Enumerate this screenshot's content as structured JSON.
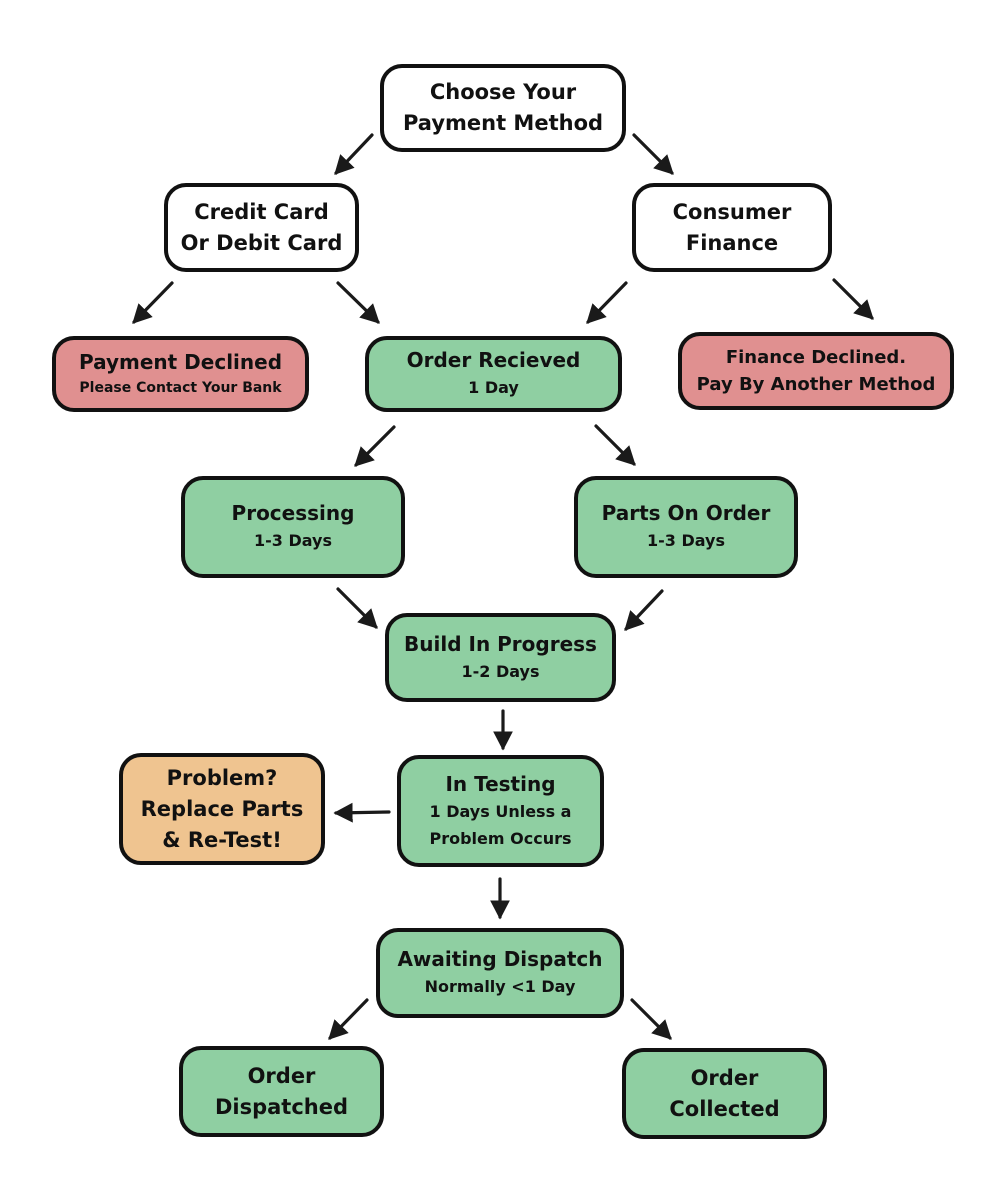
{
  "colors": {
    "white_node": "#ffffff",
    "green_node": "#8fcfa2",
    "red_node": "#e09090",
    "orange_node": "#efc490",
    "border": "#111111",
    "arrow": "#1a1a1a"
  },
  "nodes": {
    "choose_payment": {
      "lines": [
        "Choose Your",
        "Payment Method"
      ],
      "fill": "white"
    },
    "credit_card": {
      "lines": [
        "Credit Card",
        "Or Debit Card"
      ],
      "fill": "white"
    },
    "consumer_finance": {
      "lines": [
        "Consumer",
        "Finance"
      ],
      "fill": "white"
    },
    "payment_declined": {
      "title": "Payment Declined",
      "detail": "Please Contact Your Bank",
      "fill": "red"
    },
    "order_received": {
      "title": "Order Recieved",
      "detail": "1 Day",
      "fill": "green"
    },
    "finance_declined": {
      "lines": [
        "Finance Declined.",
        "Pay By Another Method"
      ],
      "fill": "red"
    },
    "processing": {
      "title": "Processing",
      "detail": "1-3 Days",
      "fill": "green"
    },
    "parts_on_order": {
      "title": "Parts On Order",
      "detail": "1-3 Days",
      "fill": "green"
    },
    "build_in_progress": {
      "title": "Build In Progress",
      "detail": "1-2 Days",
      "fill": "green"
    },
    "problem": {
      "lines": [
        "Problem?",
        "Replace Parts",
        "& Re-Test!"
      ],
      "fill": "orange"
    },
    "in_testing": {
      "title": "In Testing",
      "detail_lines": [
        "1 Days Unless a",
        "Problem Occurs"
      ],
      "fill": "green"
    },
    "awaiting_dispatch": {
      "title": "Awaiting Dispatch",
      "detail": "Normally <1 Day",
      "fill": "green"
    },
    "order_dispatched": {
      "lines": [
        "Order",
        "Dispatched"
      ],
      "fill": "green"
    },
    "order_collected": {
      "lines": [
        "Order",
        "Collected"
      ],
      "fill": "green"
    }
  },
  "edges": [
    {
      "from": "choose_payment",
      "to": "credit_card"
    },
    {
      "from": "choose_payment",
      "to": "consumer_finance"
    },
    {
      "from": "credit_card",
      "to": "payment_declined"
    },
    {
      "from": "credit_card",
      "to": "order_received"
    },
    {
      "from": "consumer_finance",
      "to": "order_received"
    },
    {
      "from": "consumer_finance",
      "to": "finance_declined"
    },
    {
      "from": "order_received",
      "to": "processing"
    },
    {
      "from": "order_received",
      "to": "parts_on_order"
    },
    {
      "from": "processing",
      "to": "build_in_progress"
    },
    {
      "from": "parts_on_order",
      "to": "build_in_progress"
    },
    {
      "from": "build_in_progress",
      "to": "in_testing"
    },
    {
      "from": "in_testing",
      "to": "problem"
    },
    {
      "from": "in_testing",
      "to": "awaiting_dispatch"
    },
    {
      "from": "awaiting_dispatch",
      "to": "order_dispatched"
    },
    {
      "from": "awaiting_dispatch",
      "to": "order_collected"
    }
  ]
}
